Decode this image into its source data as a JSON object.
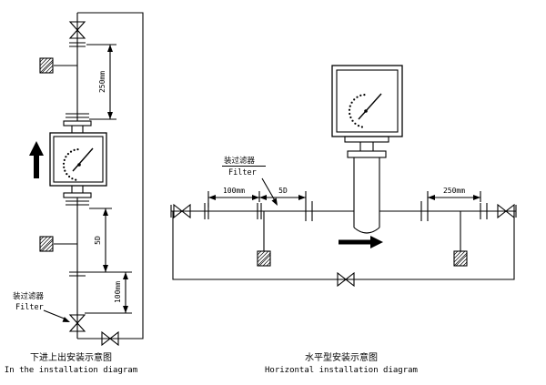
{
  "diagram": {
    "colors": {
      "line": "#000000",
      "background": "#ffffff"
    },
    "left": {
      "caption_cn": "下进上出安装示意图",
      "caption_en": "In the installation diagram",
      "filter_cn": "装过滤器",
      "filter_en": "Filter",
      "dims": {
        "top": "250mm",
        "middle": "5D",
        "bottom": "100mm"
      }
    },
    "right": {
      "caption_cn": "水平型安装示意图",
      "caption_en": "Horizontal installation diagram",
      "filter_cn": "装过滤器",
      "filter_en": "Filter",
      "dims": {
        "left": "100mm",
        "middle": "5D",
        "right": "250mm"
      }
    }
  }
}
